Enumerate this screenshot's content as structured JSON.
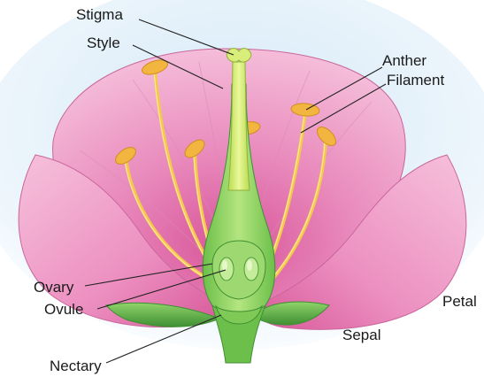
{
  "labels": {
    "stigma": "Stigma",
    "style": "Style",
    "anther": "Anther",
    "filament": "Filament",
    "ovary": "Ovary",
    "ovule": "Ovule",
    "nectary": "Nectary",
    "petal": "Petal",
    "sepal": "Sepal"
  },
  "colors": {
    "background": "#ffffff",
    "backdrop_glow": "#d4e9f7",
    "petal_pink": "#f3a6cc",
    "petal_deep": "#d8559a",
    "stamen_yellow": "#f5c84b",
    "anther_gold": "#f2b640",
    "pistil_green": "#8fd36a",
    "style_yellowgreen": "#d6ef72",
    "sepal_green": "#5fae4a",
    "leader_line": "#222222"
  }
}
